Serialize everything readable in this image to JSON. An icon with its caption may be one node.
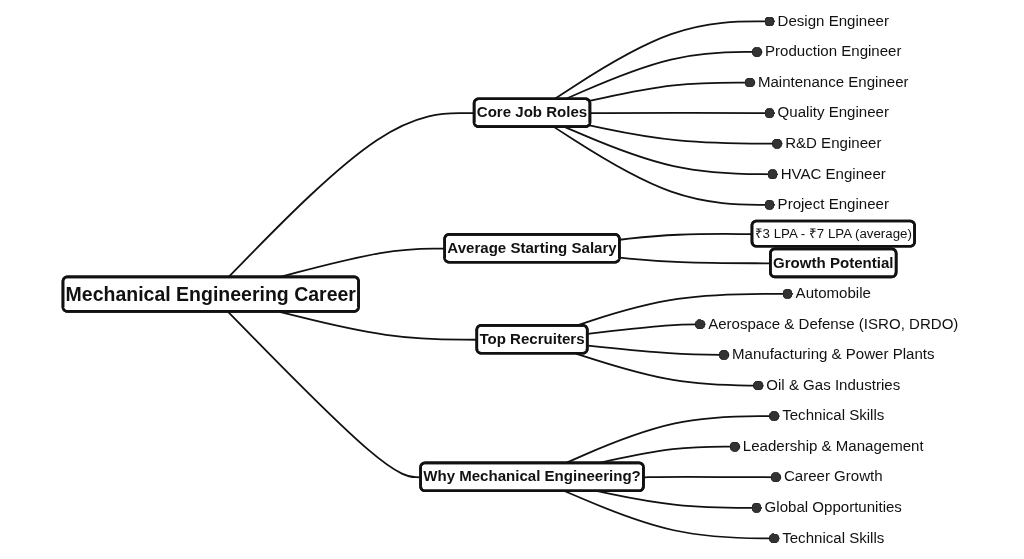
{
  "diagram": {
    "nodes": [
      {
        "text": [
          "Mechanical Engineering Career"
        ]
      },
      {
        "text": [
          "Core Job Roles"
        ]
      },
      {
        "text": [
          "Design Engineer"
        ]
      },
      {
        "text": [
          "Production Engineer"
        ]
      },
      {
        "text": [
          "Maintenance Engineer"
        ]
      },
      {
        "text": [
          "Quality Engineer"
        ]
      },
      {
        "text": [
          "R&D Engineer"
        ]
      },
      {
        "text": [
          "HVAC Engineer"
        ]
      },
      {
        "text": [
          "Project Engineer"
        ]
      },
      {
        "text": [
          "Average Starting Salary"
        ]
      },
      {
        "text": [
          "₹3 LPA - ₹7 LPA (average)"
        ]
      },
      {
        "text": [
          "Growth Potential"
        ]
      },
      {
        "text": [
          "Top Recruiters"
        ]
      },
      {
        "text": [
          "Automobile"
        ]
      },
      {
        "text": [
          "Aerospace & Defense (ISRO, DRDO)"
        ]
      },
      {
        "text": [
          "Manufacturing & Power Plants"
        ]
      },
      {
        "text": [
          "Oil & Gas Industries"
        ]
      },
      {
        "text": [
          "Why Mechanical Engineering?"
        ]
      },
      {
        "text": [
          "Technical Skills"
        ]
      },
      {
        "text": [
          "Leadership & Management"
        ]
      },
      {
        "text": [
          "Career Growth"
        ]
      },
      {
        "text": [
          "Global Opportunities"
        ]
      },
      {
        "text": [
          "Technical Skills"
        ]
      }
    ],
    "edges": [
      {
        "from": 0,
        "to": 1,
        "arrow": "none"
      },
      {
        "from": 1,
        "to": 2,
        "arrow": "other"
      },
      {
        "from": 1,
        "to": 3,
        "arrow": "other"
      },
      {
        "from": 1,
        "to": 4,
        "arrow": "other"
      },
      {
        "from": 1,
        "to": 5,
        "arrow": "other"
      },
      {
        "from": 1,
        "to": 6,
        "arrow": "other"
      },
      {
        "from": 1,
        "to": 7,
        "arrow": "other"
      },
      {
        "from": 1,
        "to": 8,
        "arrow": "other"
      },
      {
        "from": 0,
        "to": 9,
        "arrow": "none"
      },
      {
        "from": 9,
        "to": 10,
        "arrow": "none"
      },
      {
        "from": 9,
        "to": 11,
        "arrow": "none"
      },
      {
        "from": 0,
        "to": 12,
        "arrow": "none"
      },
      {
        "from": 12,
        "to": 13,
        "arrow": "other"
      },
      {
        "from": 12,
        "to": 14,
        "arrow": "other"
      },
      {
        "from": 12,
        "to": 15,
        "arrow": "other"
      },
      {
        "from": 12,
        "to": 16,
        "arrow": "other"
      },
      {
        "from": 0,
        "to": 17,
        "arrow": "none"
      },
      {
        "from": 17,
        "to": 18,
        "arrow": "other"
      },
      {
        "from": 17,
        "to": 19,
        "arrow": "other"
      },
      {
        "from": 17,
        "to": 20,
        "arrow": "other"
      },
      {
        "from": 17,
        "to": 21,
        "arrow": "other"
      },
      {
        "from": 17,
        "to": 22,
        "arrow": "other"
      }
    ]
  }
}
